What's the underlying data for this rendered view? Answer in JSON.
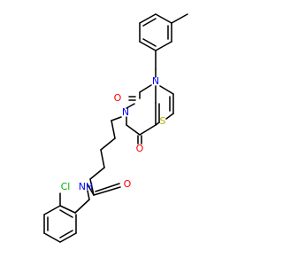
{
  "colors": {
    "N": "#0000ff",
    "O": "#ff0000",
    "S": "#b2b200",
    "Cl": "#00b200",
    "bond": "#000000",
    "background": "#ffffff"
  },
  "atoms": {
    "n1": {
      "text": "N",
      "element": "N"
    },
    "n3": {
      "text": "N",
      "element": "N"
    },
    "o2": {
      "text": "O",
      "element": "O"
    },
    "o4": {
      "text": "O",
      "element": "O"
    },
    "s": {
      "text": "S",
      "element": "S"
    },
    "nh": {
      "text": "NH",
      "element": "N"
    },
    "o_amide": {
      "text": "O",
      "element": "O"
    },
    "cl": {
      "text": "Cl",
      "element": "Cl"
    }
  }
}
